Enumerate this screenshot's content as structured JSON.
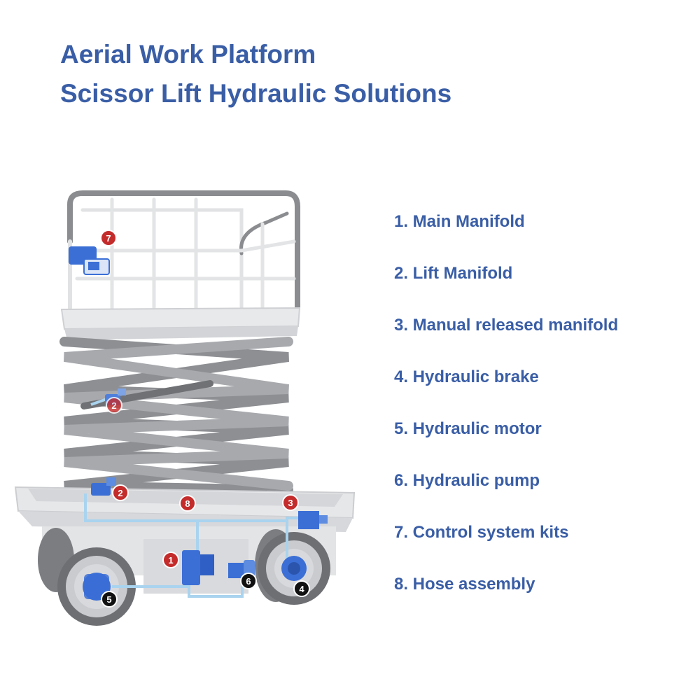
{
  "header": {
    "title_line1": "Aerial Work Platform",
    "title_line2": "Scissor Lift Hydraulic Solutions"
  },
  "legend": [
    {
      "label": "1. Main Manifold"
    },
    {
      "label": "2. Lift Manifold"
    },
    {
      "label": "3. Manual released manifold"
    },
    {
      "label": "4. Hydraulic brake"
    },
    {
      "label": "5. Hydraulic motor"
    },
    {
      "label": "6. Hydraulic pump"
    },
    {
      "label": "7. Control system kits"
    },
    {
      "label": "8. Hose assembly"
    }
  ],
  "markers": {
    "m1": "1",
    "m2a": "2",
    "m2b": "2",
    "m3": "3",
    "m4": "4",
    "m5": "5",
    "m6": "6",
    "m7": "7",
    "m8": "8"
  },
  "colors": {
    "accent": "#3a5ea6",
    "component": "#3b6fd6",
    "marker_red": "#c42b2b",
    "marker_black": "#111111",
    "hose": "#a9d3ee"
  }
}
